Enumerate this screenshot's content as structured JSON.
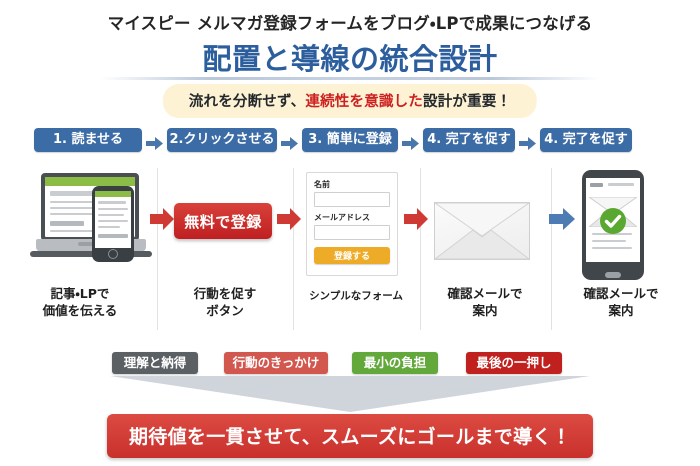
{
  "header": {
    "subtitle": "マイスピー メルマガ登録フォームをブログ・LPで成果につなげる",
    "title": "配置と導線の統合設計",
    "pill_pre": "流れを分断せず、",
    "pill_hot": "連続性を意識した",
    "pill_post": "設計が重要！"
  },
  "steps": [
    {
      "label": "1. 読ませる"
    },
    {
      "label": "2.クリックさせる"
    },
    {
      "label": "3. 簡単に登録"
    },
    {
      "label": "4. 完了を促す"
    },
    {
      "label": "4. 完了を促す"
    }
  ],
  "panels": {
    "cta_label": "無料で登録",
    "form": {
      "name_label": "名前",
      "email_label": "メールアドレス",
      "submit_label": "登録する"
    },
    "captions": [
      {
        "line1": "記事・LPで",
        "line2": "価値を伝える"
      },
      {
        "line1": "行動を促す",
        "line2": "ボタン"
      },
      {
        "line1": "シンプルなフォーム",
        "line2": ""
      },
      {
        "line1": "確認メールで",
        "line2": "案内"
      },
      {
        "line1": "確認メールで",
        "line2": "案内"
      }
    ]
  },
  "tags": [
    {
      "label": "理解と納得",
      "color": "#5b6064"
    },
    {
      "label": "行動のきっかけ",
      "color": "#d2574f"
    },
    {
      "label": "最小の負担",
      "color": "#62a83a"
    },
    {
      "label": "最後の一押し",
      "color": "#c0211f"
    }
  ],
  "banner": {
    "text": "期待値を一貫させて、スムーズにゴールまで導く！"
  },
  "icons": {
    "step_arrow": "step-arrow-icon",
    "red_arrow": "red-arrow-icon",
    "blue_arrow": "blue-arrow-icon",
    "check": "check-icon",
    "envelope": "envelope-icon",
    "laptop": "laptop-icon",
    "phone": "phone-icon"
  },
  "colors": {
    "step_blue": "#3c6ca6",
    "title_blue": "#2c5e9e",
    "cta_red": "#c9302c",
    "pill_yellow": "#fdf3d4",
    "form_orange": "#eeab27",
    "check_green": "#5aa832"
  }
}
